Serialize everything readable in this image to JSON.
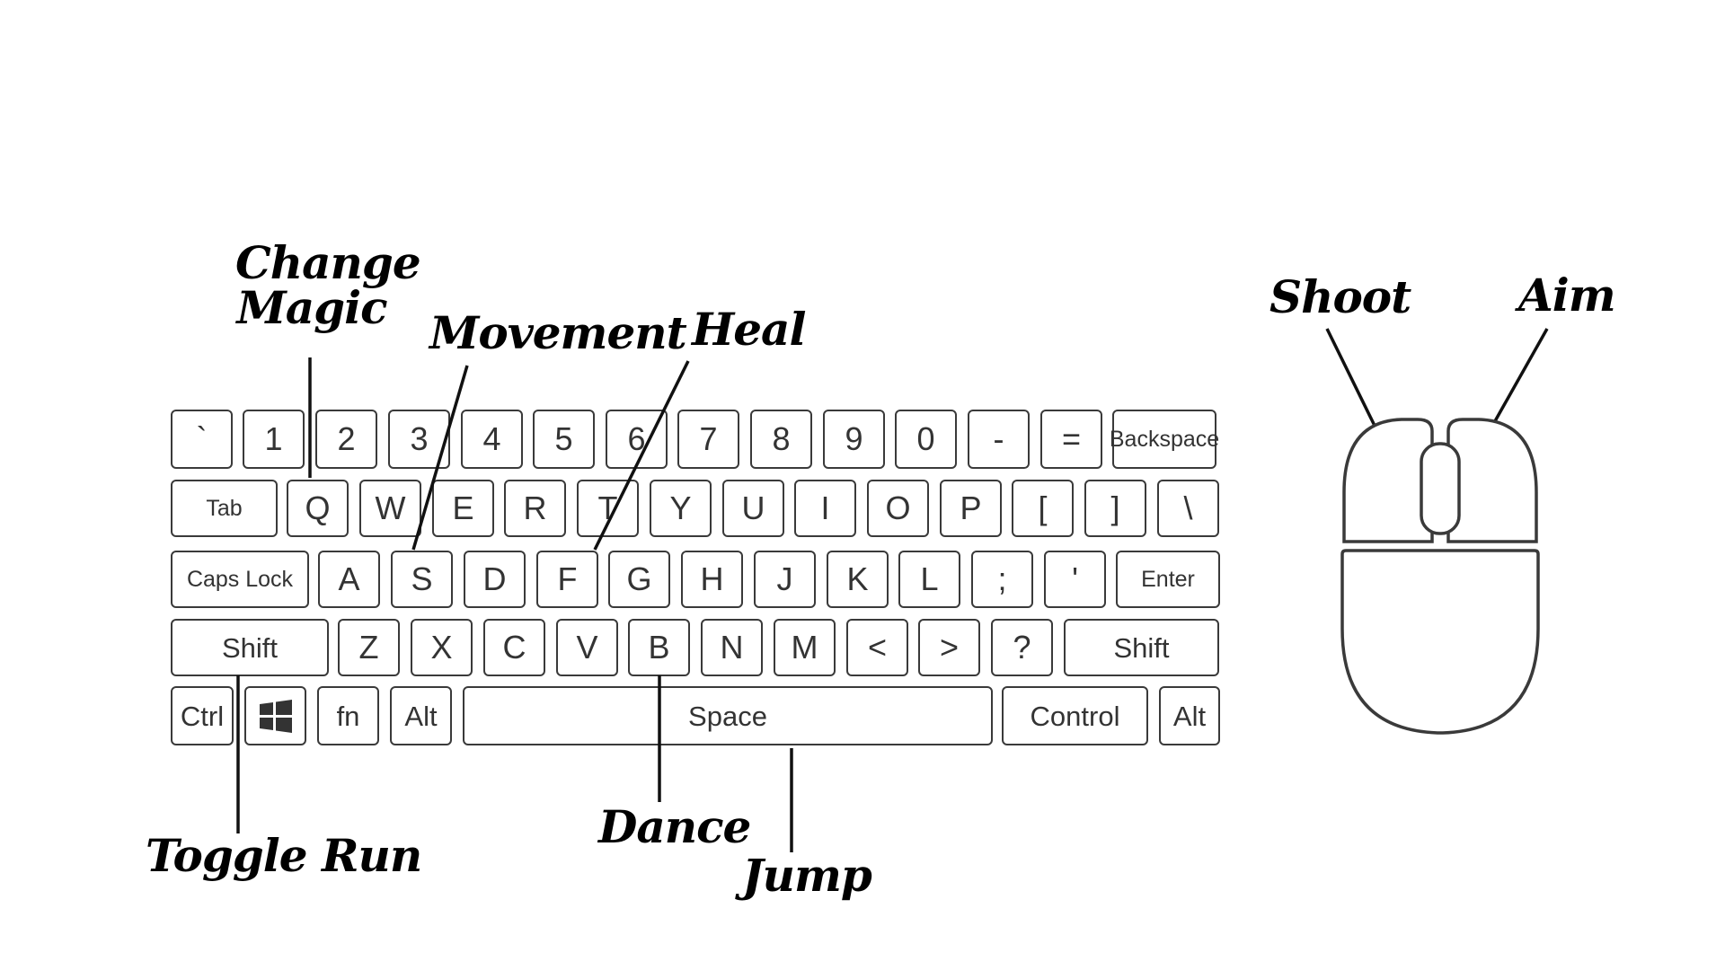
{
  "keyboard": {
    "rows": [
      [
        "`",
        "1",
        "2",
        "3",
        "4",
        "5",
        "6",
        "7",
        "8",
        "9",
        "0",
        "-",
        "=",
        "Backspace"
      ],
      [
        "Tab",
        "Q",
        "W",
        "E",
        "R",
        "T",
        "Y",
        "U",
        "I",
        "O",
        "P",
        "[",
        "]",
        "\\"
      ],
      [
        "Caps Lock",
        "A",
        "S",
        "D",
        "F",
        "G",
        "H",
        "J",
        "K",
        "L",
        ";",
        "'",
        "Enter"
      ],
      [
        "Shift",
        "Z",
        "X",
        "C",
        "V",
        "B",
        "N",
        "M",
        "<",
        ">",
        "?",
        "Shift"
      ],
      [
        "Ctrl",
        "windows-logo-icon",
        "fn",
        "Alt",
        "Space",
        "Control",
        "Alt"
      ]
    ]
  },
  "labels": {
    "change_magic": "Change\nMagic",
    "movement": "Movement",
    "heal": "Heal",
    "toggle_run": "Toggle Run",
    "dance": "Dance",
    "jump": "Jump",
    "shoot": "Shoot",
    "aim": "Aim"
  },
  "bindings": [
    {
      "label": "Change Magic",
      "key": "Q"
    },
    {
      "label": "Movement",
      "key": "S"
    },
    {
      "label": "Heal",
      "key": "F"
    },
    {
      "label": "Toggle Run",
      "key": "Shift"
    },
    {
      "label": "Dance",
      "key": "B"
    },
    {
      "label": "Jump",
      "key": "Space"
    },
    {
      "label": "Shoot",
      "key": "left-mouse-button"
    },
    {
      "label": "Aim",
      "key": "right-mouse-button"
    }
  ],
  "mouse": {
    "parts": [
      "left-mouse-button",
      "right-mouse-button",
      "scroll-wheel",
      "mouse-body"
    ]
  },
  "colors": {
    "outline": "#3a3a3a",
    "text": "#333333",
    "label": "#000000",
    "background": "#ffffff"
  }
}
